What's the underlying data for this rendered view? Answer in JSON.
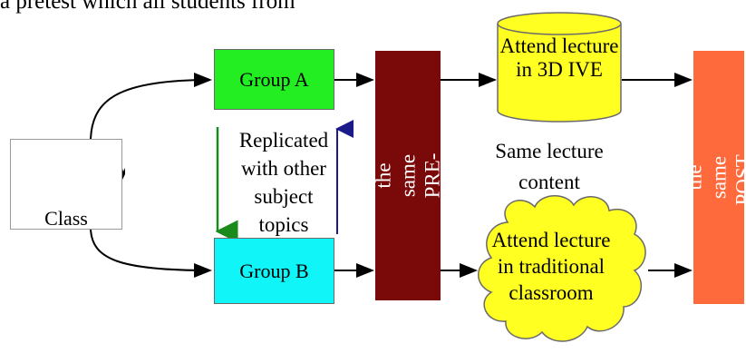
{
  "top_text": "a pretest which all students from",
  "nodes": {
    "class": "Class",
    "group_a": "Group A",
    "group_b": "Group B",
    "pre_test": "Take the same PRE-TEST",
    "lecture_3d": "Attend lecture in 3D IVE",
    "lecture_traditional": "Attend lecture in traditional classroom",
    "post_test": "Take the same POST-TEST"
  },
  "annotations": {
    "replicated": "Replicated with other subject topics",
    "same_content": "Same lecture content"
  },
  "colors": {
    "group_a": "#22ee22",
    "group_b": "#0ff5f8",
    "pre_test": "#7a0a0a",
    "post_test": "#ff6a3c",
    "lecture": "#ffff22",
    "arrow_down": "#1a8a1a",
    "arrow_up": "#1a1a8a"
  },
  "icons": [
    "raised-hands-icon"
  ]
}
